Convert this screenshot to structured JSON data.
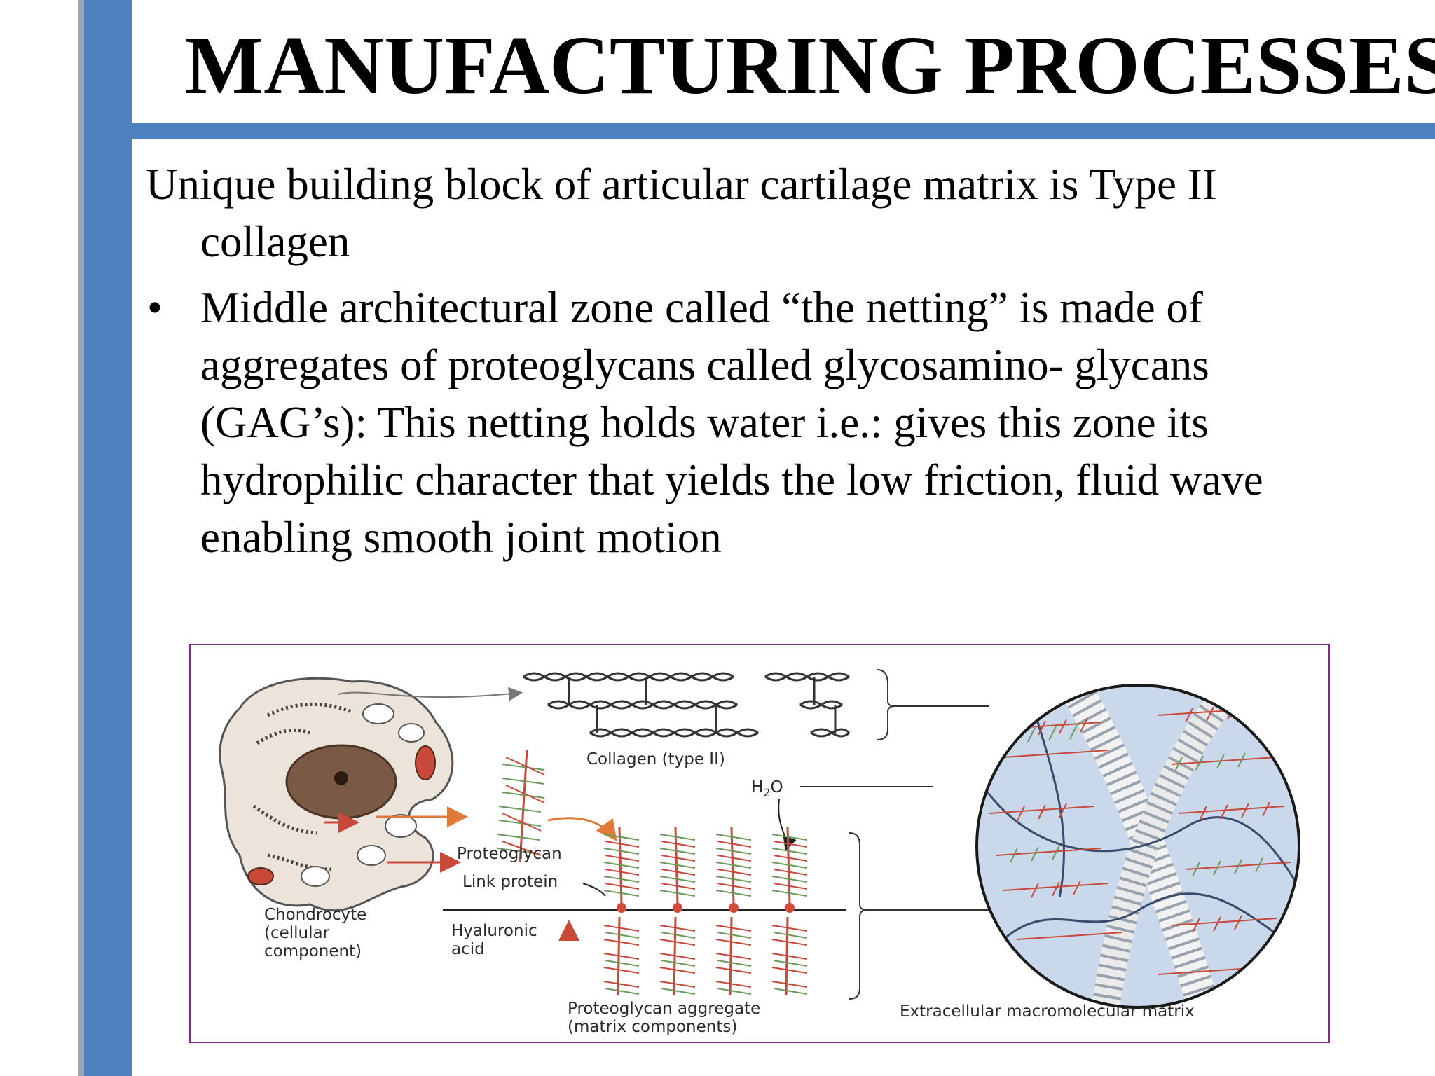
{
  "slide": {
    "title": "MANUFACTURING PROCESSES",
    "intro_line1": "Unique building block of articular cartilage matrix is Type II",
    "intro_line2": "collagen",
    "bullet_glyph": "•",
    "bullet_lines": [
      "Middle architectural zone called “the netting” is made of",
      "aggregates of proteoglycans called glycosamino- glycans",
      "(GAG’s): This netting holds water i.e.: gives this zone its",
      "hydrophilic character that yields the low friction,  fluid wave",
      "enabling  smooth joint motion"
    ]
  },
  "figure": {
    "labels": {
      "collagen": "Collagen (type II)",
      "h2o_main": "H",
      "h2o_sub": "2",
      "h2o_end": "O",
      "proteoglycan": "Proteoglycan",
      "link_protein": "Link protein",
      "chondrocyte_1": "Chondrocyte",
      "chondrocyte_2": "(cellular",
      "chondrocyte_3": "component)",
      "hyaluronic_1": "Hyaluronic",
      "hyaluronic_2": "acid",
      "aggregate_1": "Proteoglycan aggregate",
      "aggregate_2": "(matrix components)",
      "ecm": "Extracellular macromolecular matrix"
    },
    "colors": {
      "frame": "#7e2a86",
      "accent": "#4e81bd",
      "proteoglycan_red": "#c8493a",
      "gag_green": "#6a9a5a",
      "cell_fill": "#ece4da",
      "nucleus": "#7a5a44",
      "matrix_bg": "#c9d8ea"
    }
  }
}
